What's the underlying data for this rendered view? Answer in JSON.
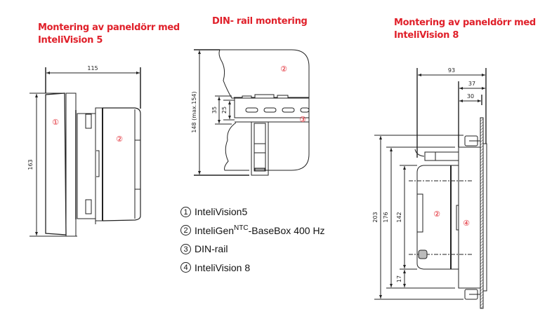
{
  "titles": {
    "left": "Montering av paneldörr med InteliVision 5",
    "left_line1": "Montering av paneldörr med",
    "left_line2": "InteliVision 5",
    "center": "DIN- rail montering",
    "right_line1": "Montering av paneldörr med",
    "right_line2": "InteliVision 8"
  },
  "left_drawing": {
    "dimensions": {
      "width": "115",
      "height": "163"
    },
    "markers": [
      "①",
      "②"
    ]
  },
  "center_drawing": {
    "dimensions": {
      "height": "148 (max.154)",
      "rail_outer": "35",
      "rail_inner": "25"
    },
    "markers": [
      "②",
      "③"
    ]
  },
  "right_drawing": {
    "dimensions": {
      "depth_total": "93",
      "depth_mid": "37",
      "depth_inner": "30",
      "h_total": "203",
      "h_panel": "176",
      "h_box": "142",
      "h_offset": "17"
    },
    "markers": [
      "②",
      "④"
    ]
  },
  "legend": {
    "items": [
      {
        "num": "1",
        "label": "InteliVision5"
      },
      {
        "num": "2",
        "label_pre": "InteliGen",
        "label_sup": "NTC",
        "label_post": "-BaseBox 400 Hz"
      },
      {
        "num": "3",
        "label": "DIN-rail"
      },
      {
        "num": "4",
        "label": "InteliVision 8"
      }
    ]
  },
  "colors": {
    "title": "#e0202a",
    "marker": "#e0202a",
    "line": "#222222"
  }
}
